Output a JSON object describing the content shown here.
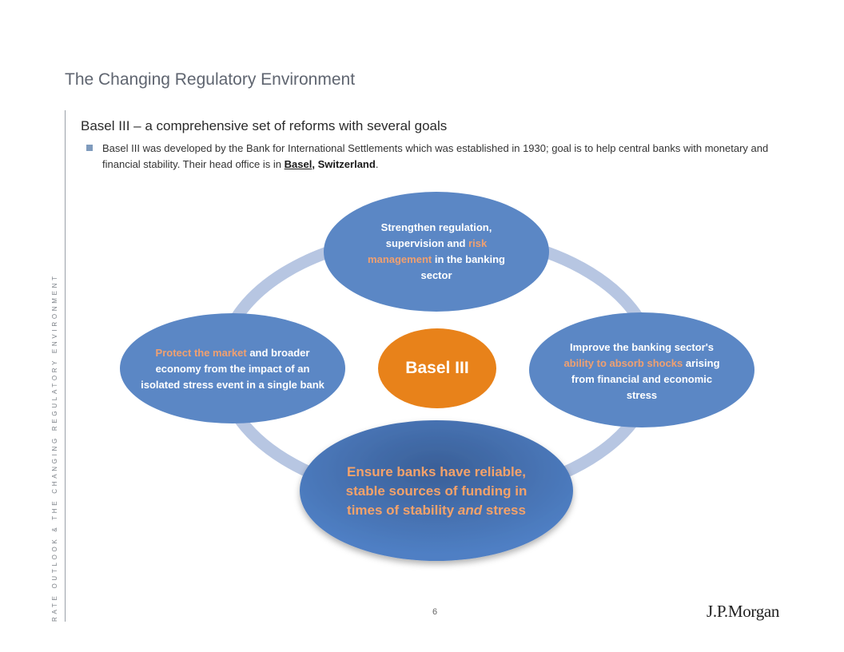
{
  "title": "The Changing Regulatory Environment",
  "side_label": "RATE OUTLOOK & THE CHANGING REGULATORY ENVIRONMENT",
  "subtitle": "Basel III – a comprehensive set of reforms with several goals",
  "bullet": {
    "text_start": "Basel III was developed by the Bank for International Settlements which was established in 1930; goal is to help central banks with monetary and financial stability. Their head office is in ",
    "city": "Basel",
    "sep": ",",
    "country": "Switzerland",
    "end": "."
  },
  "diagram": {
    "center_label": "Basel III",
    "top": {
      "part1": "Strengthen regulation, supervision and ",
      "highlight": "risk management",
      "part2": " in the banking sector"
    },
    "left": {
      "highlight": "Protect the market",
      "part2": " and broader economy from the impact of an isolated stress event in a single bank"
    },
    "right": {
      "part1": "Improve the banking sector's ",
      "highlight": "ability to absorb shocks",
      "part2": " arising from financial and economic stress"
    },
    "bottom": {
      "highlight": "Ensure banks have reliable, stable sources of funding in times of stability ",
      "emphasis": "and",
      "end": " stress"
    },
    "colors": {
      "ring": "#b7c6e2",
      "ellipse": "#5b87c5",
      "center": "#e8821a",
      "highlight": "#f0a070"
    }
  },
  "footer": {
    "page_number": "6",
    "brand": "J.P.Morgan"
  }
}
